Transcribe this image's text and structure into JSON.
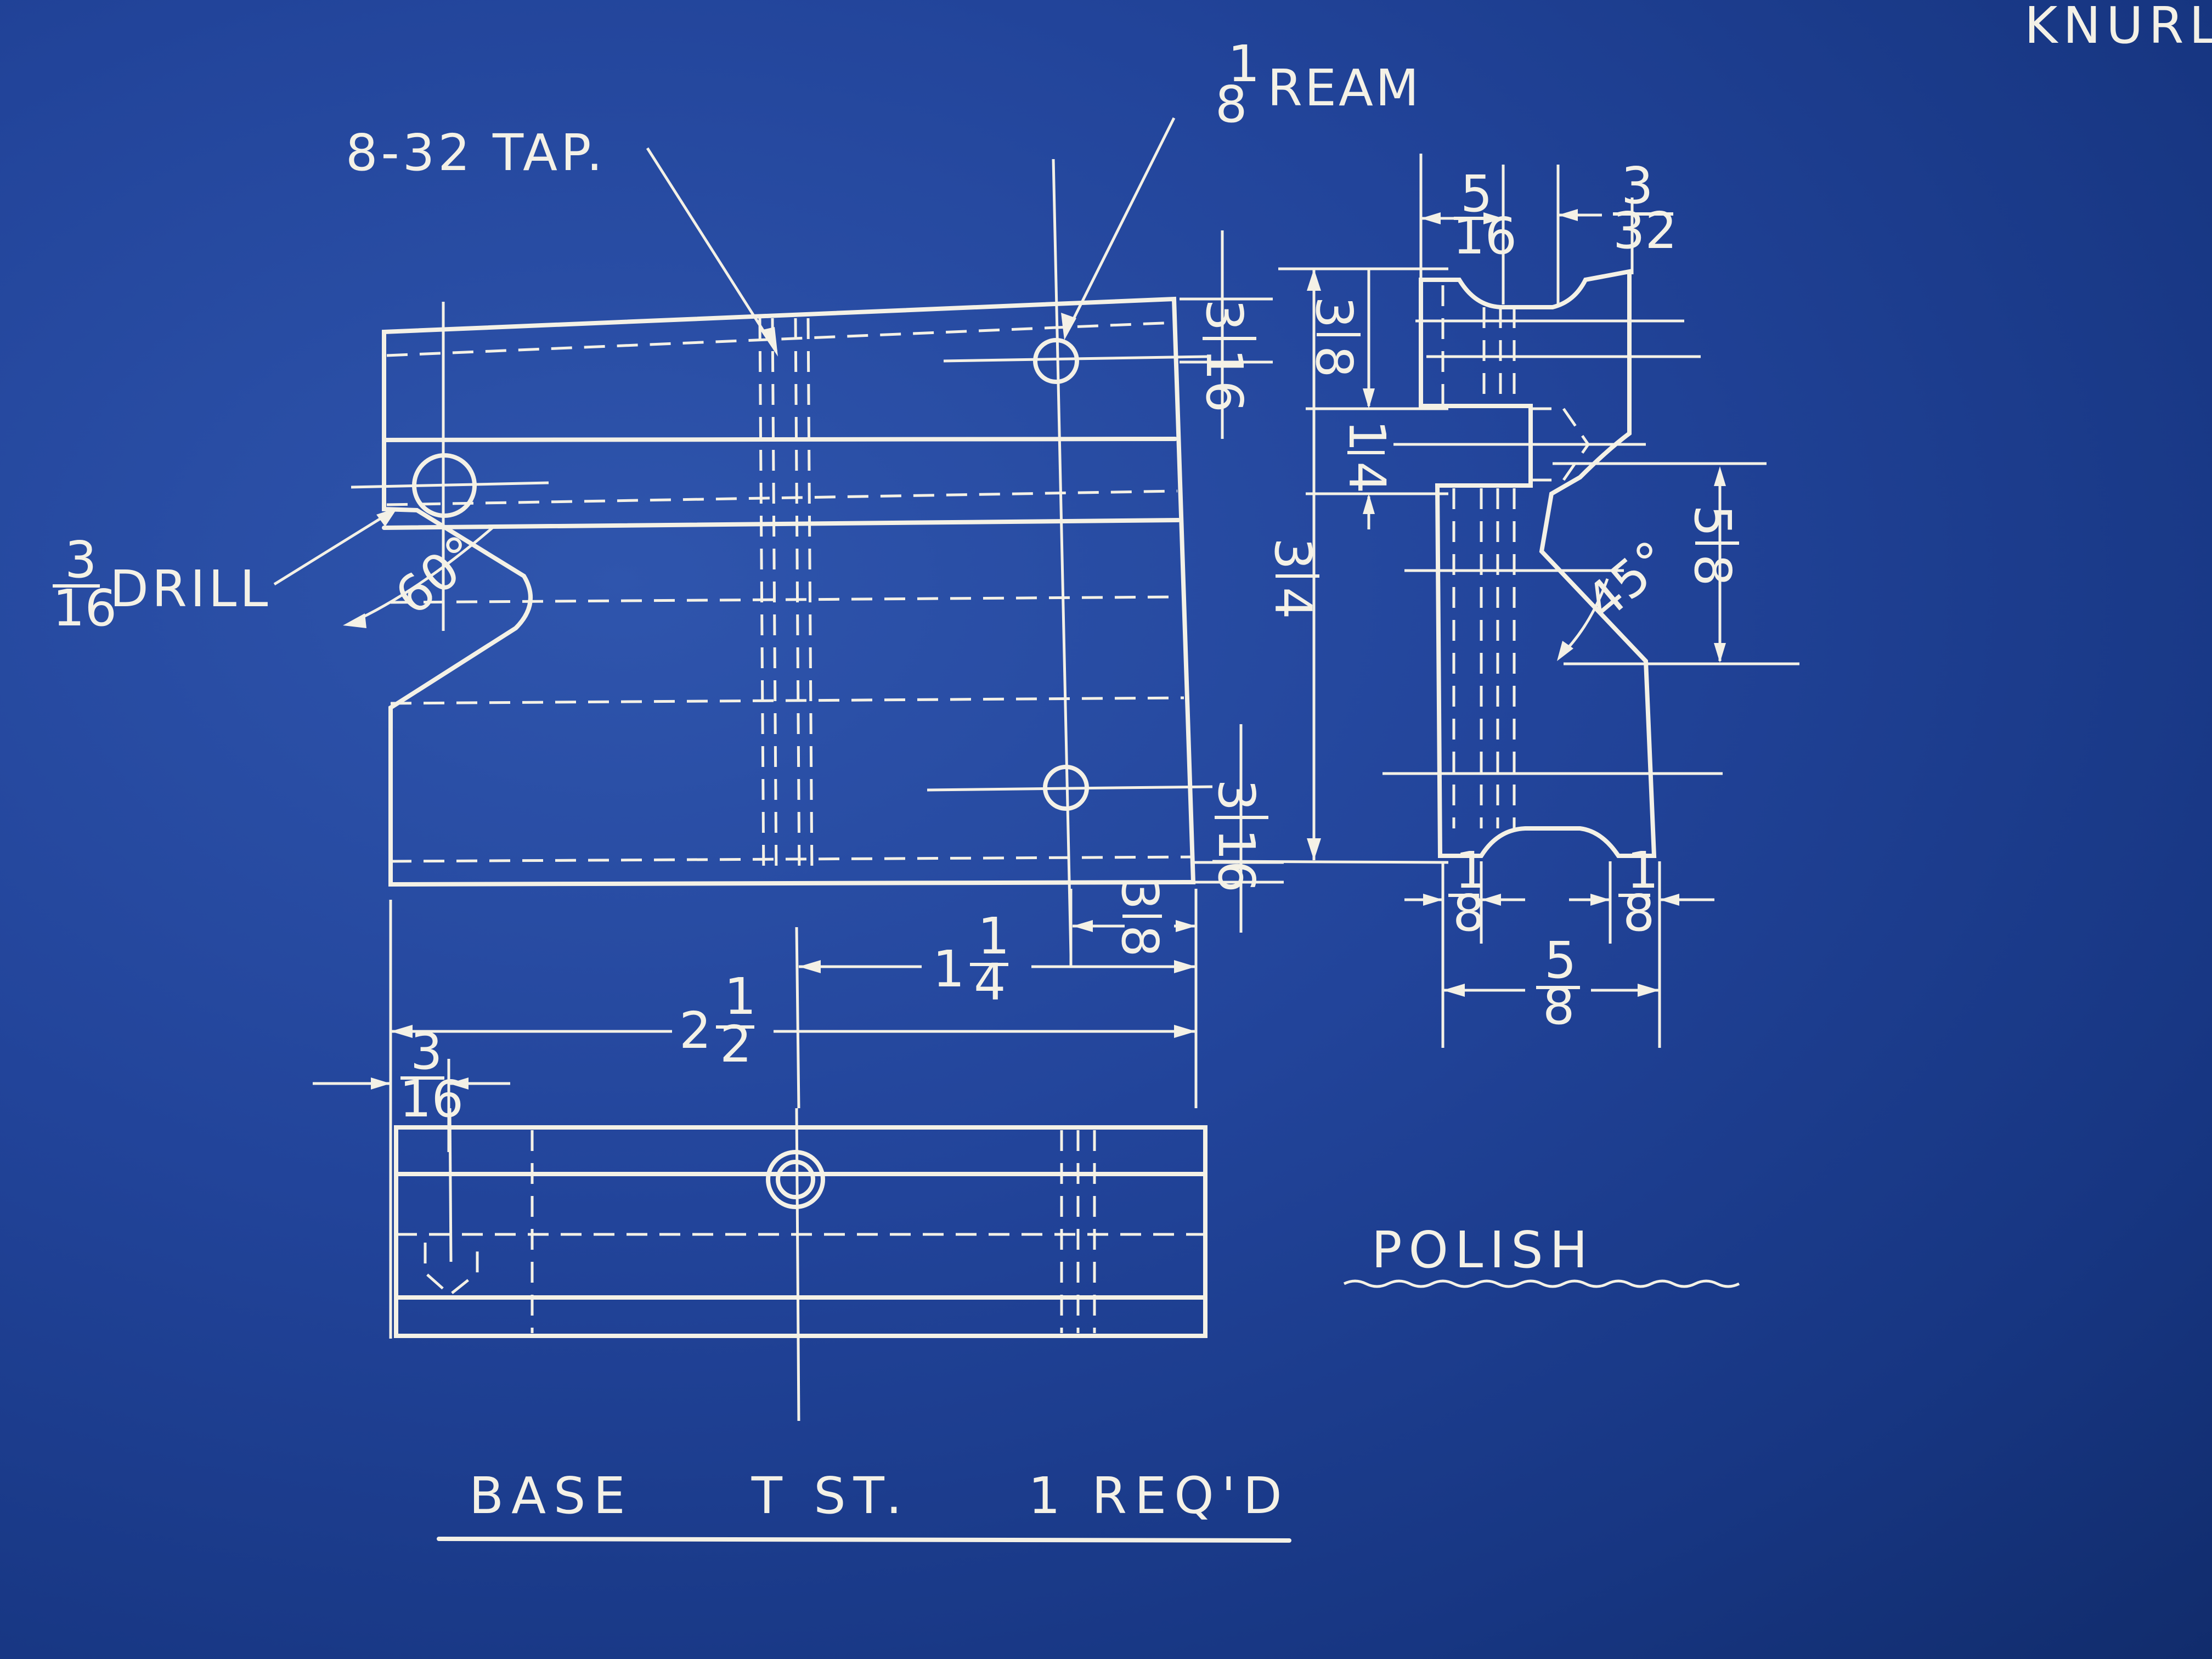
{
  "notes": {
    "corner": "KNURL",
    "tap": "8-32 TAP.",
    "ream": "REAM",
    "ream_size": {
      "num": "1",
      "den": "8"
    },
    "drill": "DRILL",
    "drill_size": {
      "num": "3",
      "den": "16"
    },
    "polish": "POLISH",
    "title": "BASE     T ST.     1 REQ'D"
  },
  "angles": [
    "60°",
    "45°"
  ],
  "dimensions": {
    "top_right_3_16": {
      "num": "3",
      "den": "16"
    },
    "height_3_8": {
      "num": "3",
      "den": "8"
    },
    "height_1_4": {
      "num": "1",
      "den": "4"
    },
    "height_3_4": {
      "num": "3",
      "den": "4"
    },
    "bottom_right_3_16": {
      "num": "3",
      "den": "16"
    },
    "v_depth_5_8": {
      "num": "5",
      "den": "8"
    },
    "top_5_16": {
      "num": "5",
      "den": "16"
    },
    "top_3_32": {
      "num": "3",
      "den": "32"
    },
    "hole_offset_3_8": {
      "num": "3",
      "den": "8"
    },
    "length_1_1_4": {
      "whole": "1",
      "num": "1",
      "den": "4"
    },
    "length_2_1_2": {
      "whole": "2",
      "num": "1",
      "den": "2"
    },
    "left_3_16": {
      "num": "3",
      "den": "16"
    },
    "foot_left_1_8": {
      "num": "1",
      "den": "8"
    },
    "foot_right_1_8": {
      "num": "1",
      "den": "8"
    },
    "width_5_8": {
      "num": "5",
      "den": "8"
    }
  }
}
